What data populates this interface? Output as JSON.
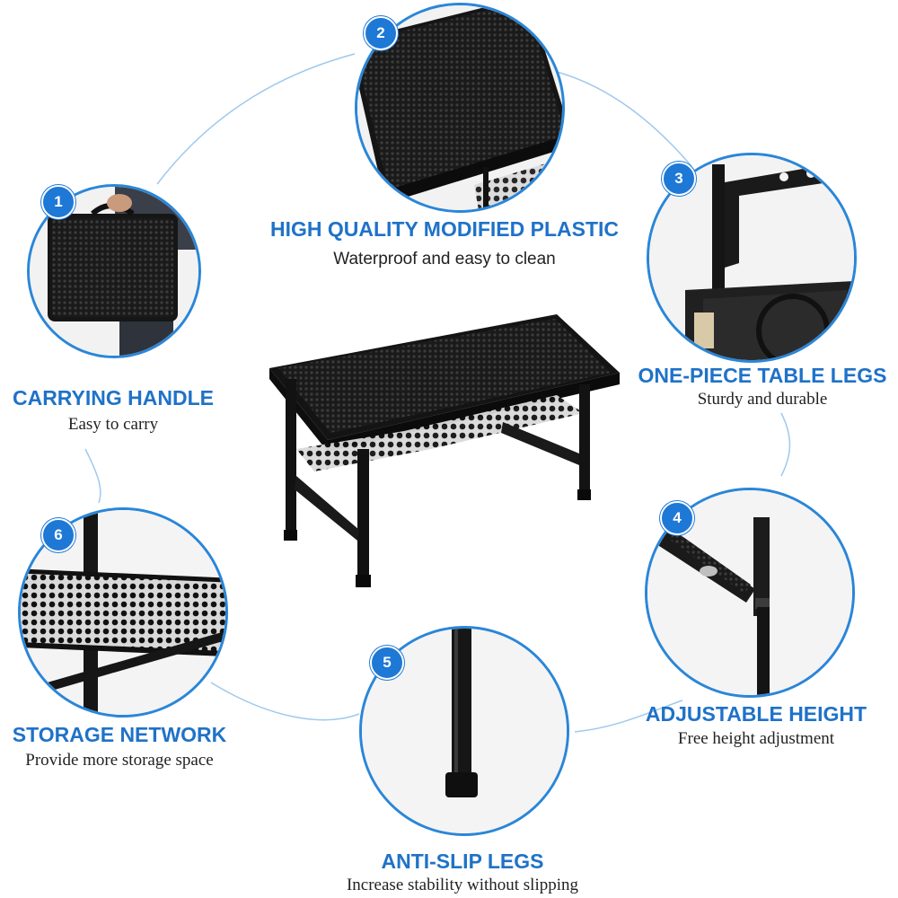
{
  "colors": {
    "accent": "#1e78d6",
    "title": "#1f72c8",
    "ring": "#2a86d8"
  },
  "features": [
    {
      "number": "1",
      "title": "CARRYING HANDLE",
      "subtitle": "Easy to carry",
      "icon": "carrying-handle-photo"
    },
    {
      "number": "2",
      "title": "HIGH QUALITY MODIFIED PLASTIC",
      "subtitle": "Waterproof and easy to clean",
      "icon": "tabletop-photo"
    },
    {
      "number": "3",
      "title": "ONE-PIECE TABLE LEGS",
      "subtitle": "Sturdy and durable",
      "icon": "table-legs-photo"
    },
    {
      "number": "4",
      "title": "ADJUSTABLE HEIGHT",
      "subtitle": "Free height adjustment",
      "icon": "adjustable-leg-photo"
    },
    {
      "number": "5",
      "title": "ANTI-SLIP LEGS",
      "subtitle": "Increase stability without slipping",
      "icon": "anti-slip-foot-photo"
    },
    {
      "number": "6",
      "title": "STORAGE NETWORK",
      "subtitle": "Provide more storage space",
      "icon": "storage-net-photo"
    }
  ]
}
